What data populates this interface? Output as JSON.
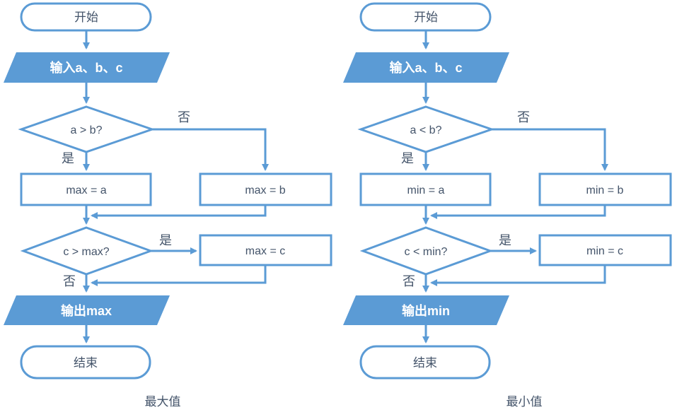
{
  "colors": {
    "accent": "#5B9BD5",
    "text": "#44546A",
    "inverse_text": "#FFFFFF",
    "background": "#FFFFFF"
  },
  "charts": [
    {
      "caption": "最大值",
      "start": "开始",
      "input": "输入a、b、c",
      "decision1": "a > b?",
      "decision1_yes": "是",
      "decision1_no": "否",
      "then_assign": "max = a",
      "else_assign": "max = b",
      "decision2": "c > max?",
      "decision2_yes": "是",
      "decision2_no": "否",
      "update_assign": "max = c",
      "output": "输出max",
      "end": "结束"
    },
    {
      "caption": "最小值",
      "start": "开始",
      "input": "输入a、b、c",
      "decision1": "a < b?",
      "decision1_yes": "是",
      "decision1_no": "否",
      "then_assign": "min = a",
      "else_assign": "min = b",
      "decision2": "c < min?",
      "decision2_yes": "是",
      "decision2_no": "否",
      "update_assign": "min = c",
      "output": "输出min",
      "end": "结束"
    }
  ]
}
